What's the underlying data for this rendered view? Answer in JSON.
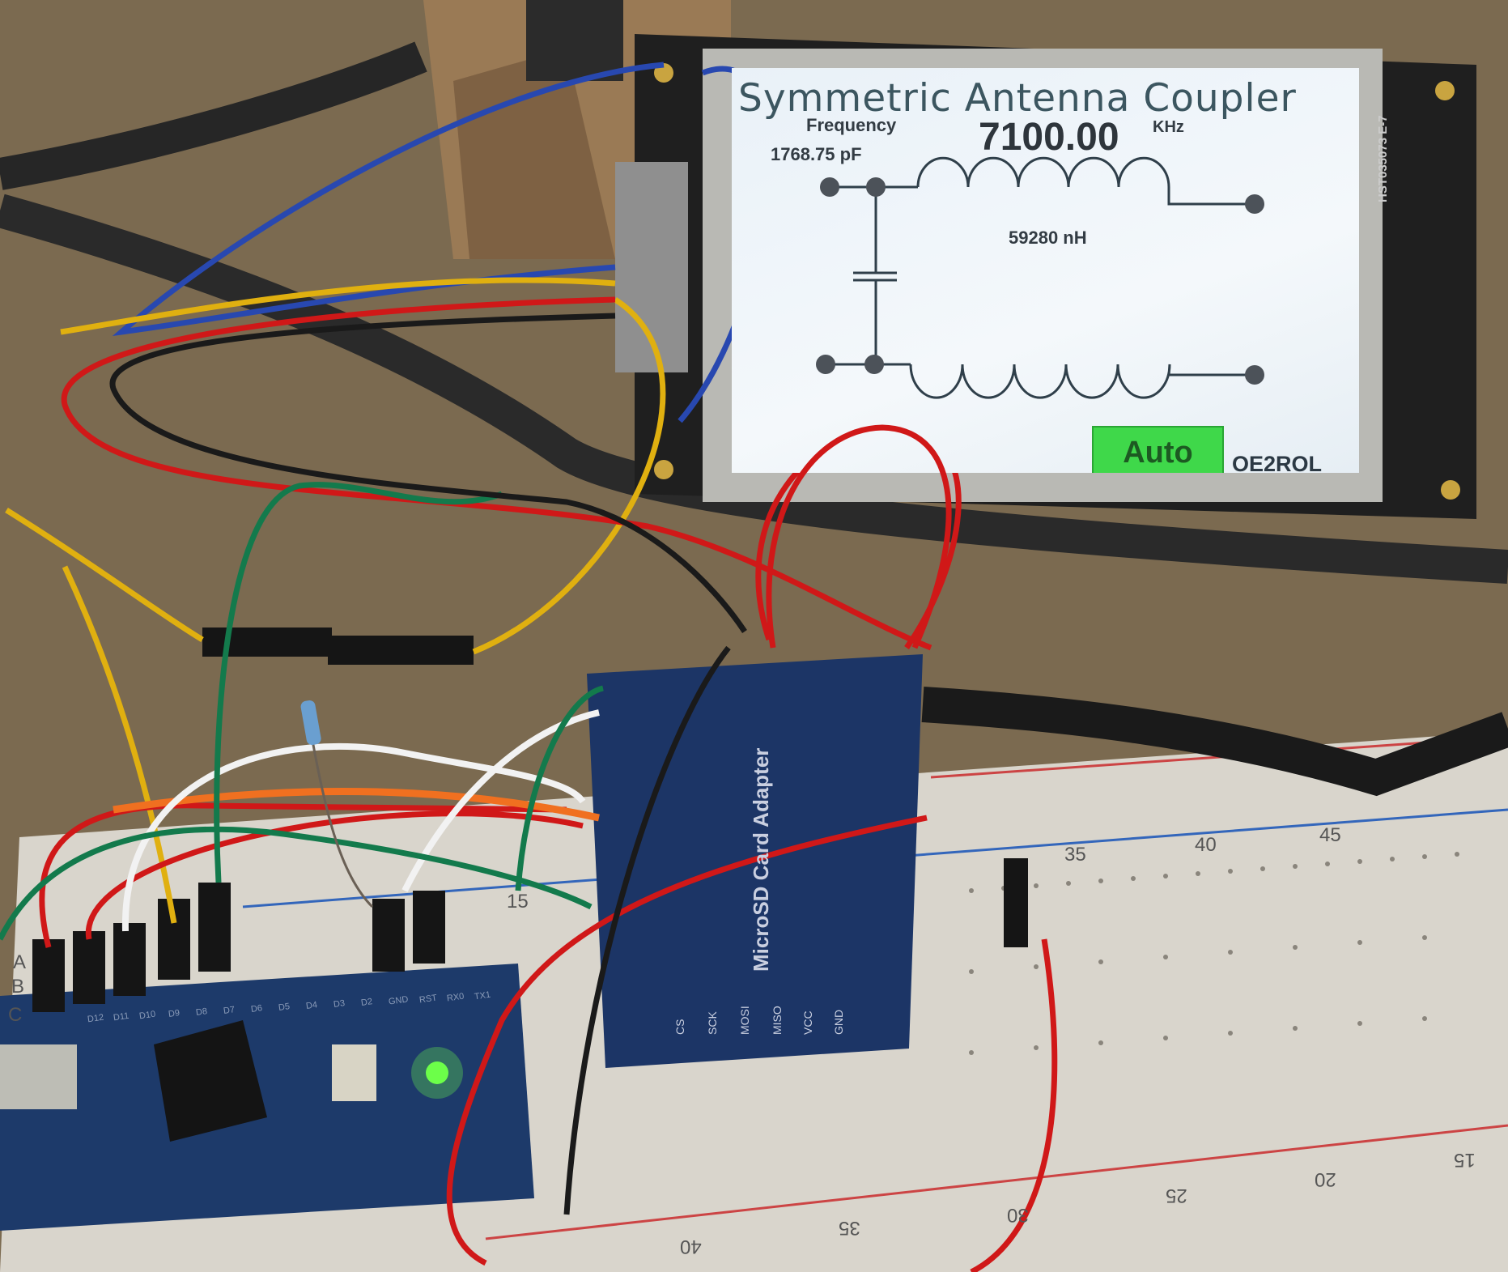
{
  "screen": {
    "title": "Symmetric Antenna Coupler",
    "frequency_label": "Frequency",
    "frequency_value": "7100.00",
    "frequency_unit": "KHz",
    "capacitance": "1768.75  pF",
    "inductance": "59280  nH",
    "mode_button": "Auto",
    "callsign": "OE2ROL",
    "mode_button_color": "#3fd84a"
  },
  "display_pcb_label": "HST035073  E-7",
  "sd_adapter": {
    "title": "MicroSD Card Adapter",
    "pins": [
      "CS",
      "SCK",
      "MOSI",
      "MISO",
      "VCC",
      "GND"
    ]
  },
  "arduino": {
    "pins": [
      "D12",
      "D11",
      "D10",
      "D9",
      "D8",
      "D7",
      "D6",
      "D5",
      "D4",
      "D3",
      "D2",
      "GND",
      "RST",
      "RX0",
      "TX1"
    ]
  },
  "breadboard": {
    "rows": [
      "A",
      "B",
      "C"
    ],
    "top_numbers": [
      "15",
      "35",
      "40",
      "45"
    ],
    "bottom_numbers": [
      "40",
      "35",
      "30",
      "25",
      "20",
      "15"
    ]
  }
}
